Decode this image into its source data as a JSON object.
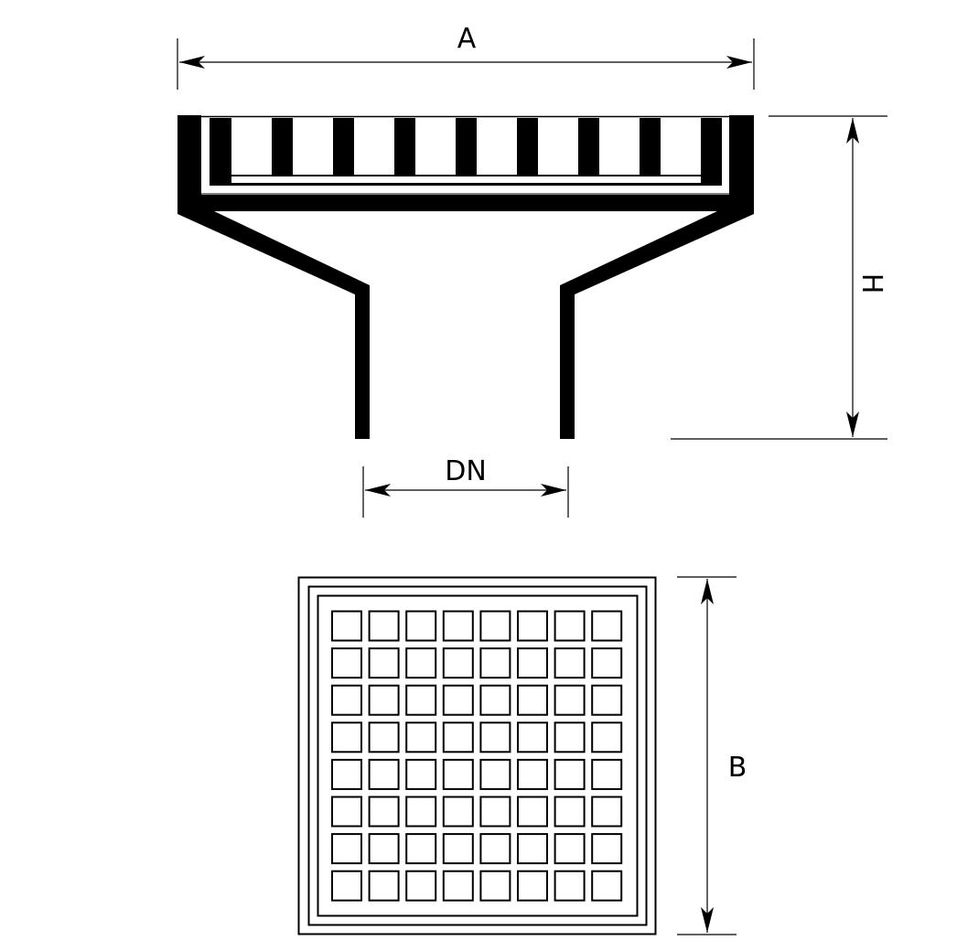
{
  "labels": {
    "width_a": "A",
    "height_h": "H",
    "diameter_dn": "DN",
    "width_b": "B"
  },
  "grate": {
    "slots_section": 8,
    "grid_rows": 8,
    "grid_cols": 8
  },
  "colors": {
    "line": "#000000",
    "background": "#ffffff"
  }
}
